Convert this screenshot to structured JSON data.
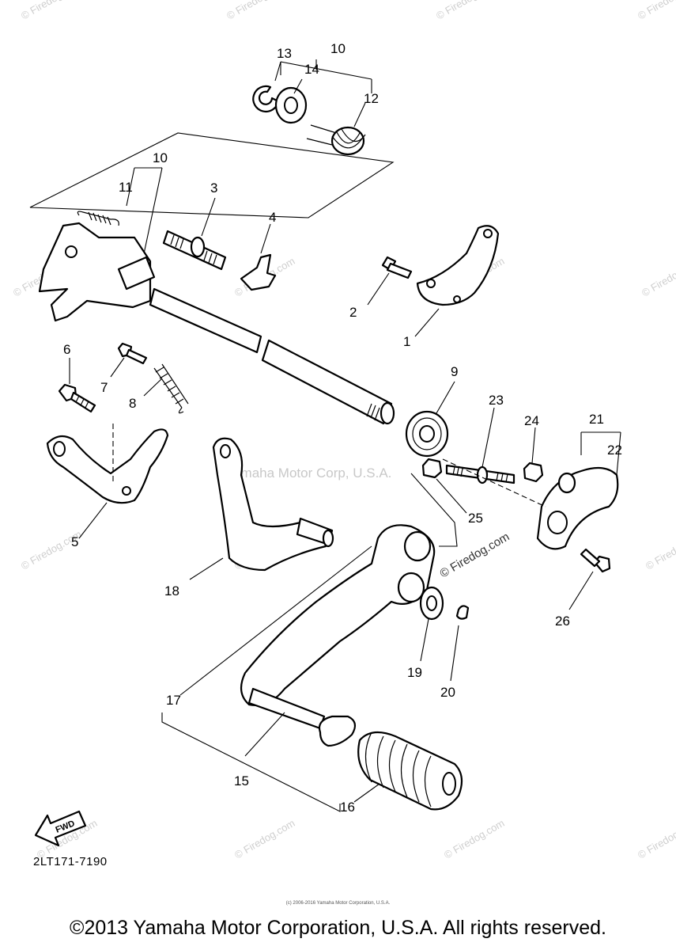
{
  "watermark": "© Firedog.com",
  "watermark_center": "Yamaha Motor Corp, U.S.A.",
  "labels": {
    "p1": "1",
    "p2": "2",
    "p3": "3",
    "p4": "4",
    "p5": "5",
    "p6": "6",
    "p7": "7",
    "p8": "8",
    "p9": "9",
    "p10a": "10",
    "p10b": "10",
    "p11": "11",
    "p12": "12",
    "p13": "13",
    "p14": "14",
    "p15": "15",
    "p16": "16",
    "p17": "17",
    "p18": "18",
    "p19": "19",
    "p20": "20",
    "p21": "21",
    "p22": "22",
    "p23": "23",
    "p24": "24",
    "p25": "25",
    "p26": "26"
  },
  "fwd_label": "FWD",
  "diagram_ref": "2LT171-7190",
  "tiny_copyright": "(c) 2006-2016 Yamaha Motor Corporation, U.S.A.",
  "copyright": "©2013 Yamaha Motor Corporation, U.S.A. All rights reserved."
}
